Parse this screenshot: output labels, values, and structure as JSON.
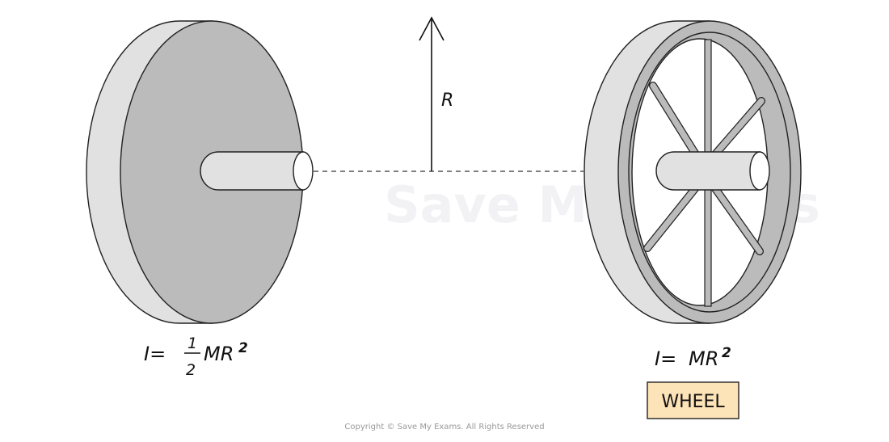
{
  "labels": {
    "radius": "R",
    "disc_formula": {
      "lhs": "I=",
      "num": "1",
      "den": "2",
      "rhs": "MR",
      "exp": "2"
    },
    "wheel_formula": {
      "lhs": "I=",
      "rhs": "MR",
      "exp": "2"
    },
    "wheel_tag": "WHEEL"
  },
  "watermark": "Save My Exams",
  "copyright": "Copyright © Save My Exams. All Rights Reserved",
  "colors": {
    "face": "#bbbbbb",
    "side": "#e1e1e1",
    "tag": "#fde3b8"
  }
}
